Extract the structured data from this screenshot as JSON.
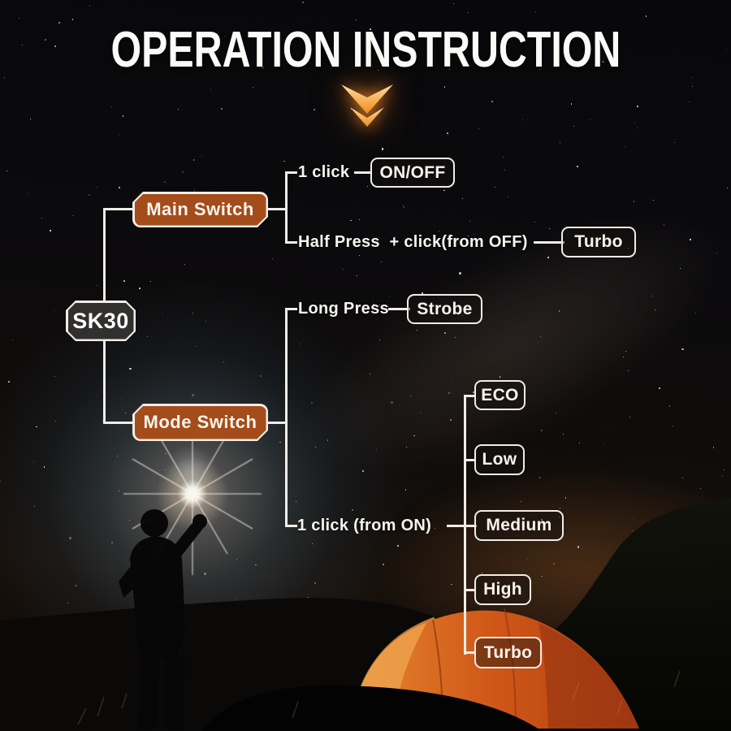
{
  "title": "OPERATION INSTRUCTION",
  "colors": {
    "switch_box": "#a54c1b",
    "line": "#f0ede6",
    "text": "#f7f4ee",
    "chevron": "#f7941d",
    "tent": "#cf5617"
  },
  "icons": {
    "down_indicator": "double-chevron-down"
  },
  "flow": {
    "root_label": "SK30",
    "main_switch": {
      "label": "Main Switch",
      "actions": [
        {
          "action": "1 click",
          "result": "ON/OFF"
        },
        {
          "action": "Half Press  + click(from OFF)",
          "result": "Turbo"
        }
      ]
    },
    "mode_switch": {
      "label": "Mode Switch",
      "actions": [
        {
          "action": "Long Press",
          "result": "Strobe"
        },
        {
          "action": "1 click (from ON)",
          "results": [
            "ECO",
            "Low",
            "Medium",
            "High",
            "Turbo"
          ]
        }
      ]
    }
  }
}
